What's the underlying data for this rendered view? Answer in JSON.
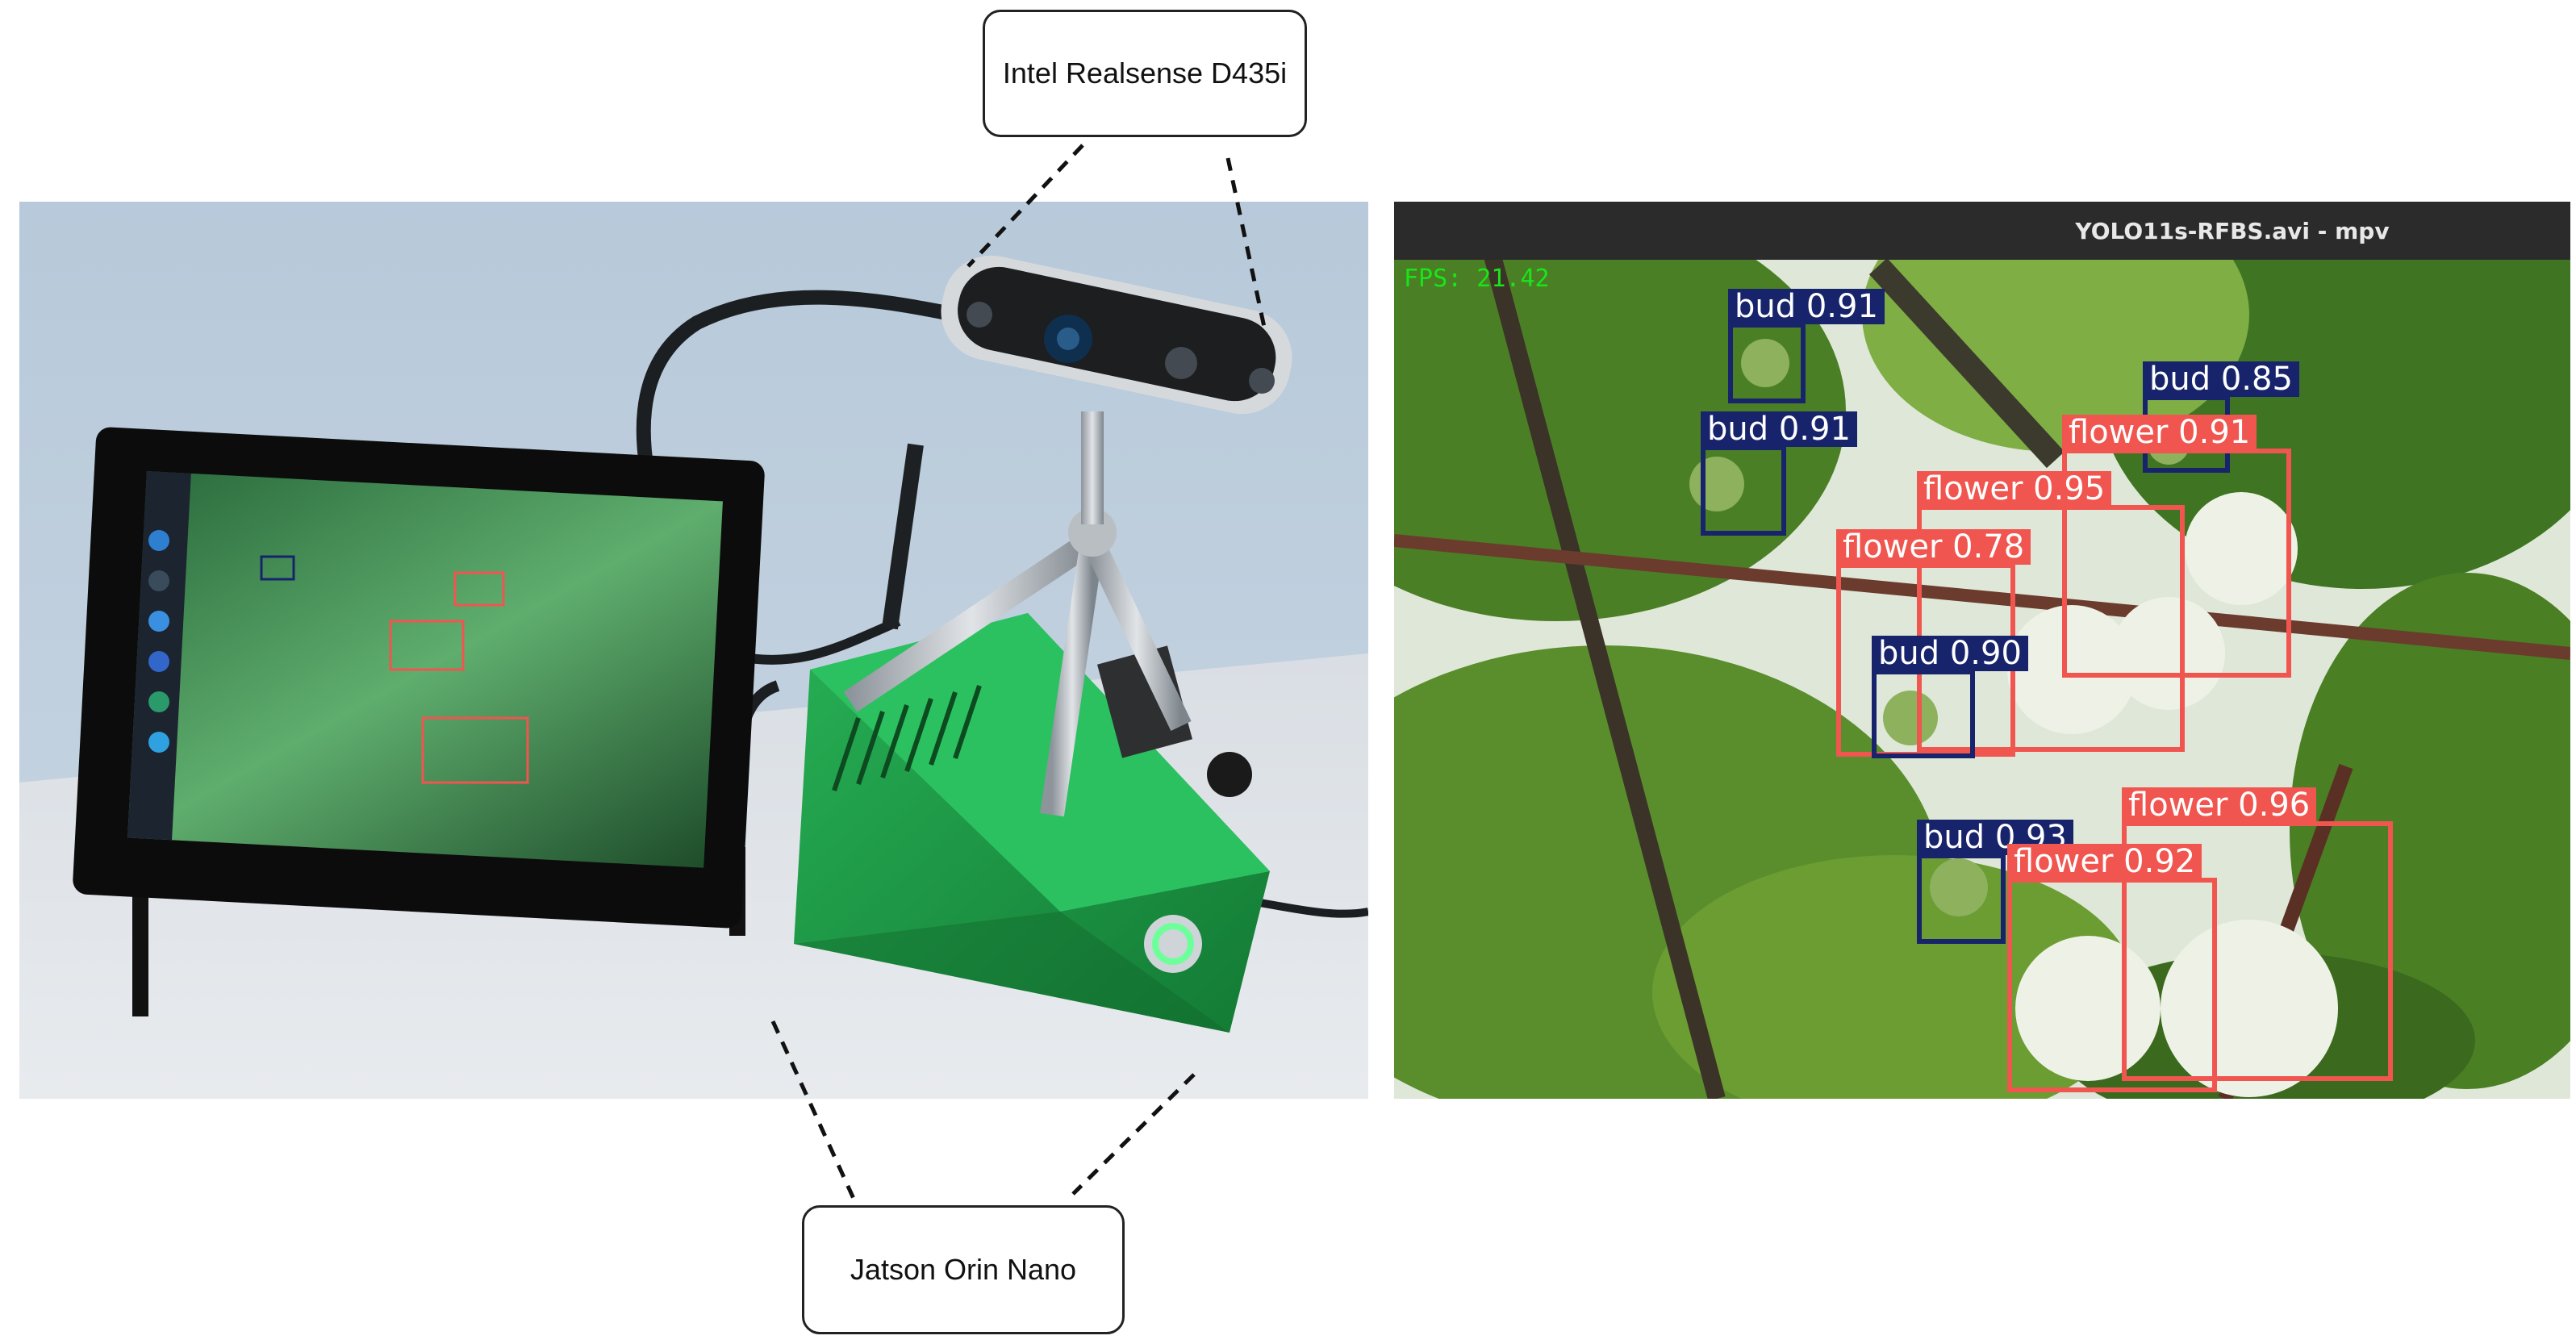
{
  "callouts": {
    "camera": "Intel Realsense D435i",
    "board": "Jatson Orin Nano"
  },
  "mpv": {
    "title": "YOLO11s-RFBS.avi - mpv",
    "fps": "FPS: 21.42"
  },
  "detections": [
    {
      "label": "bud 0.91",
      "class": "bud"
    },
    {
      "label": "bud 0.91",
      "class": "bud"
    },
    {
      "label": "bud 0.85",
      "class": "bud"
    },
    {
      "label": "flower 0.91",
      "class": "flower"
    },
    {
      "label": "flower 0.95",
      "class": "flower"
    },
    {
      "label": "flower 0.78",
      "class": "flower"
    },
    {
      "label": "bud 0.90",
      "class": "bud"
    },
    {
      "label": "bud 0.93",
      "class": "bud"
    },
    {
      "label": "flower 0.96",
      "class": "flower"
    },
    {
      "label": "flower 0.92",
      "class": "flower"
    }
  ],
  "colors": {
    "bud": "#17246b",
    "flower": "#f0554f",
    "enclosure": "#1f9e47",
    "leaf": "#4e8a2c"
  }
}
